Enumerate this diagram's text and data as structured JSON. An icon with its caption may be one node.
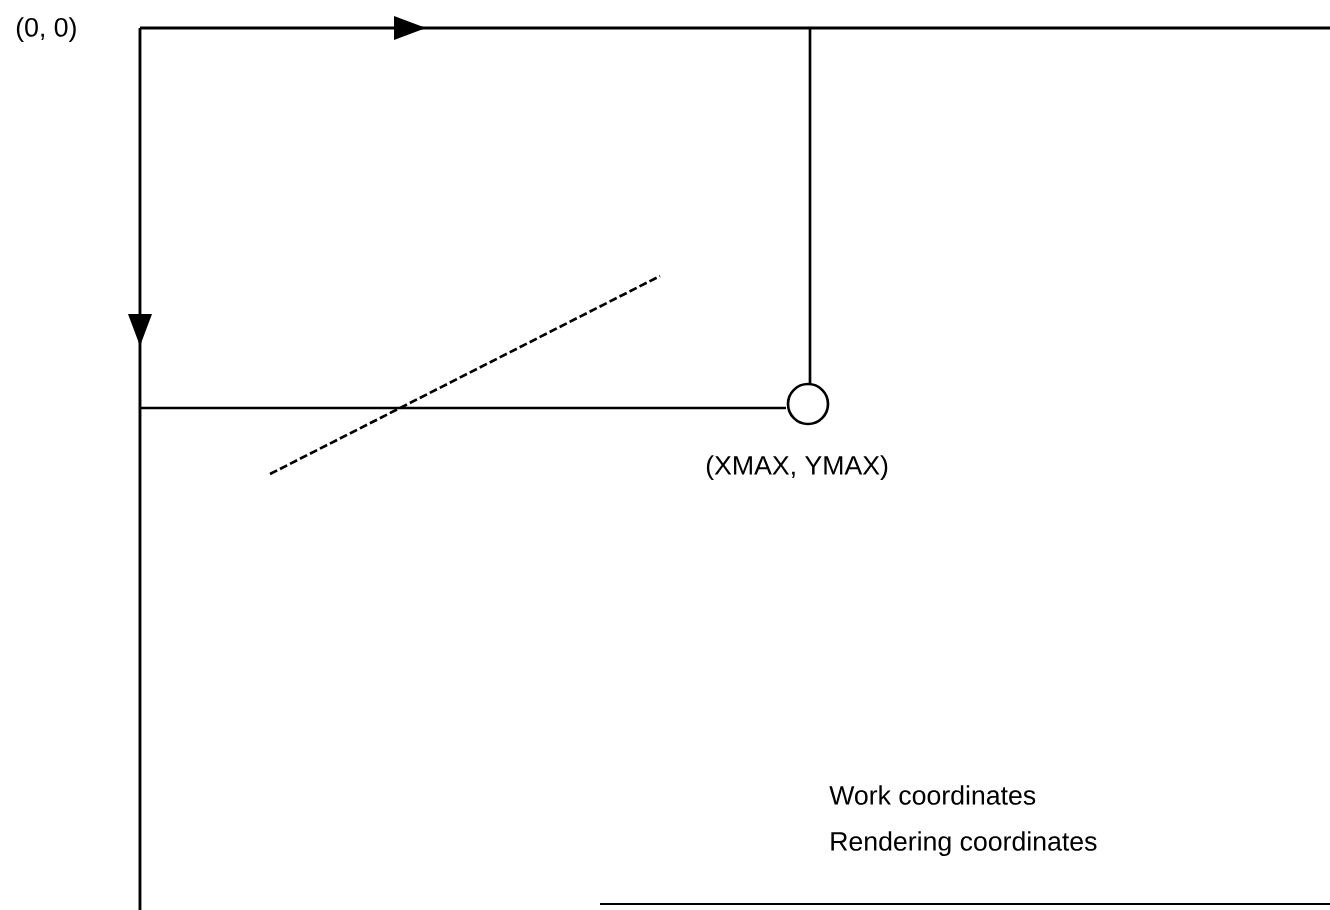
{
  "diagram": {
    "nodes": [
      {
        "text": [],
        "shape": "circle",
        "beside": [
          "(XMAX, YMAX)"
        ]
      }
    ],
    "labels": [
      "(0, 0)",
      "Work coordinates",
      "Rendering coordinates"
    ]
  }
}
